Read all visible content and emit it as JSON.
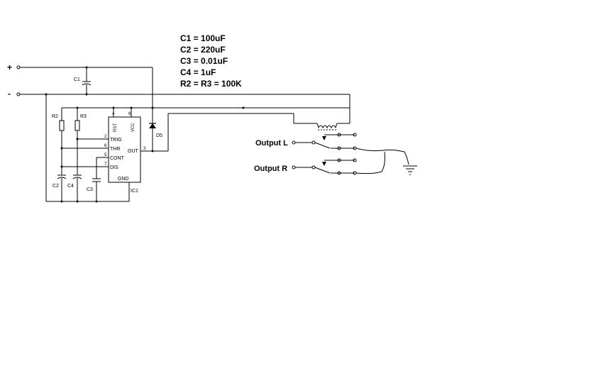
{
  "notes": [
    "C1 = 100uF",
    "C2 = 220uF",
    "C3 = 0.01uF",
    "C4 = 1uF",
    "R2 = R3 = 100K"
  ],
  "terminals": {
    "plus": "+",
    "minus": "-"
  },
  "components": {
    "c1": "C1",
    "r2": "R2",
    "r3": "R3",
    "c2": "C2",
    "c4": "C4",
    "c3": "C3",
    "d5": "D5",
    "ic1": "IC1"
  },
  "ic_pins": {
    "rst": "RST",
    "vcc": "VCC",
    "trig": "TRIG",
    "thr": "THR",
    "cont": "CONT",
    "dis": "DIS",
    "out": "OUT",
    "gnd": "GND",
    "pin4": "4",
    "pin8": "8",
    "pin2": "2",
    "pin6": "6",
    "pin5": "5",
    "pin7": "7",
    "pin3": "3"
  },
  "outputs": {
    "left": "Output L",
    "right": "Output R"
  }
}
